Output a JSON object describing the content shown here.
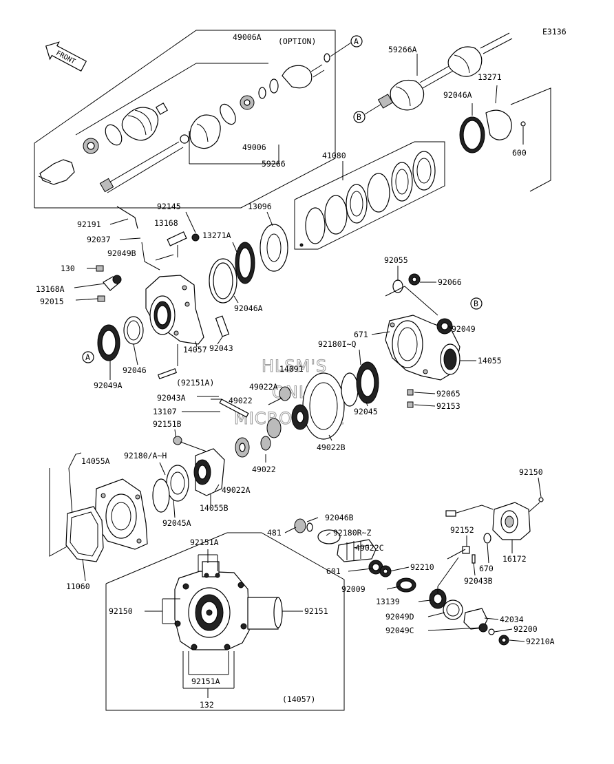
{
  "diagram_code": "E3136",
  "front_label": "FRONT",
  "option_label": "(OPTION)",
  "ref_marks": [
    "A",
    "B"
  ],
  "watermark": [
    "HLSM'S",
    "ONLINE",
    "MICROFICHE"
  ],
  "labels": {
    "p49006A": "49006A",
    "p49006": "49006",
    "p59266": "59266",
    "p59266A": "59266A",
    "p13271": "13271",
    "p92046A_top": "92046A",
    "p600": "600",
    "p41080": "41080",
    "p92145": "92145",
    "p13096": "13096",
    "p92191": "92191",
    "p13168": "13168",
    "p13271A": "13271A",
    "p92037": "92037",
    "p92049B": "92049B",
    "p130": "130",
    "p13168A": "13168A",
    "p92015": "92015",
    "p92046A_mid": "92046A",
    "p92043": "92043",
    "p14057": "14057",
    "p92046": "92046",
    "p92049A": "92049A",
    "p92151A_paren": "(92151A)",
    "p92055": "92055",
    "p92066": "92066",
    "p92049": "92049",
    "p671": "671",
    "p92180IQ": "92180I~Q",
    "p14055": "14055",
    "p14091": "14091",
    "p49022A_a": "49022A",
    "p92043A": "92043A",
    "p49022_a": "49022",
    "p13107": "13107",
    "p92045": "92045",
    "p92065": "92065",
    "p92153": "92153",
    "p92151B": "92151B",
    "p49022B": "49022B",
    "p92180AH": "92180/A~H",
    "p49022_b": "49022",
    "p14055A": "14055A",
    "p49022A_b": "49022A",
    "p14055B": "14055B",
    "p92045A": "92045A",
    "p92150_r": "92150",
    "p92046B": "92046B",
    "p481": "481",
    "p92180RZ": "92180R~Z",
    "p49022C": "49022C",
    "p92152": "92152",
    "p16172": "16172",
    "p670": "670",
    "p601": "601",
    "p92210": "92210",
    "p92009": "92009",
    "p92043B": "92043B",
    "p11060": "11060",
    "p92151A_top": "92151A",
    "p92150_l": "92150",
    "p92151": "92151",
    "p13139": "13139",
    "p92049D": "92049D",
    "p42034": "42034",
    "p92049C": "92049C",
    "p92200": "92200",
    "p92210A": "92210A",
    "p92151A_bot": "92151A",
    "p132": "132",
    "p14057_paren": "(14057)"
  }
}
